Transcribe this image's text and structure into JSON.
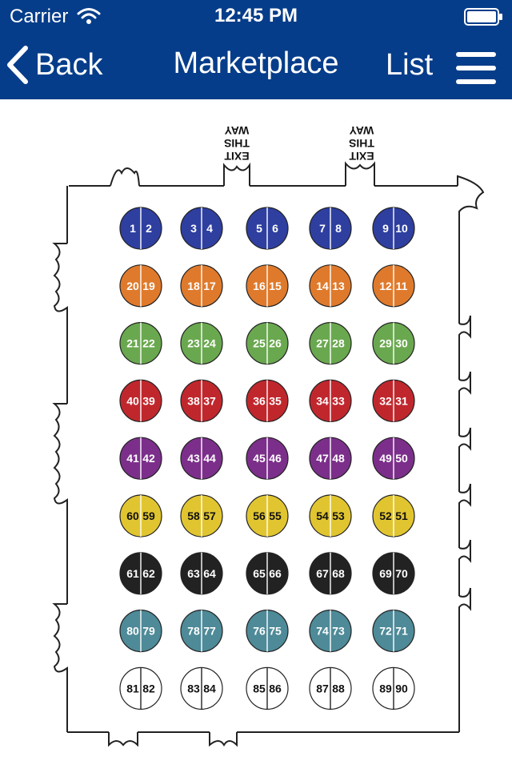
{
  "status_bar": {
    "carrier": "Carrier",
    "time": "12:45 PM",
    "icons": [
      "wifi-icon",
      "battery-icon"
    ]
  },
  "nav": {
    "back_label": "Back",
    "title": "Marketplace",
    "list_label": "List",
    "icons": [
      "chevron-left-icon",
      "hamburger-menu-icon"
    ]
  },
  "map": {
    "exit_sign_lines": [
      "EXIT",
      "THIS",
      "WAY"
    ],
    "table_rows": [
      {
        "color": "#2e3fa0",
        "text_color": "#ffffff",
        "tables": [
          [
            "1",
            "2"
          ],
          [
            "3",
            "4"
          ],
          [
            "5",
            "6"
          ],
          [
            "7",
            "8"
          ],
          [
            "9",
            "10"
          ]
        ]
      },
      {
        "color": "#df7a2c",
        "text_color": "#ffffff",
        "tables": [
          [
            "20",
            "19"
          ],
          [
            "18",
            "17"
          ],
          [
            "16",
            "15"
          ],
          [
            "14",
            "13"
          ],
          [
            "12",
            "11"
          ]
        ]
      },
      {
        "color": "#6aa84f",
        "text_color": "#ffffff",
        "tables": [
          [
            "21",
            "22"
          ],
          [
            "23",
            "24"
          ],
          [
            "25",
            "26"
          ],
          [
            "27",
            "28"
          ],
          [
            "29",
            "30"
          ]
        ]
      },
      {
        "color": "#c0272d",
        "text_color": "#ffffff",
        "tables": [
          [
            "40",
            "39"
          ],
          [
            "38",
            "37"
          ],
          [
            "36",
            "35"
          ],
          [
            "34",
            "33"
          ],
          [
            "32",
            "31"
          ]
        ]
      },
      {
        "color": "#7b2f8a",
        "text_color": "#ffffff",
        "tables": [
          [
            "41",
            "42"
          ],
          [
            "43",
            "44"
          ],
          [
            "45",
            "46"
          ],
          [
            "47",
            "48"
          ],
          [
            "49",
            "50"
          ]
        ]
      },
      {
        "color": "#e1c530",
        "text_color": "#111111",
        "tables": [
          [
            "60",
            "59"
          ],
          [
            "58",
            "57"
          ],
          [
            "56",
            "55"
          ],
          [
            "54",
            "53"
          ],
          [
            "52",
            "51"
          ]
        ]
      },
      {
        "color": "#222222",
        "text_color": "#ffffff",
        "tables": [
          [
            "61",
            "62"
          ],
          [
            "63",
            "64"
          ],
          [
            "65",
            "66"
          ],
          [
            "67",
            "68"
          ],
          [
            "69",
            "70"
          ]
        ]
      },
      {
        "color": "#4e8a98",
        "text_color": "#ffffff",
        "tables": [
          [
            "80",
            "79"
          ],
          [
            "78",
            "77"
          ],
          [
            "76",
            "75"
          ],
          [
            "74",
            "73"
          ],
          [
            "72",
            "71"
          ]
        ]
      },
      {
        "color": "#ffffff",
        "text_color": "#111111",
        "tables": [
          [
            "81",
            "82"
          ],
          [
            "83",
            "84"
          ],
          [
            "85",
            "86"
          ],
          [
            "87",
            "88"
          ],
          [
            "89",
            "90"
          ]
        ]
      }
    ]
  }
}
